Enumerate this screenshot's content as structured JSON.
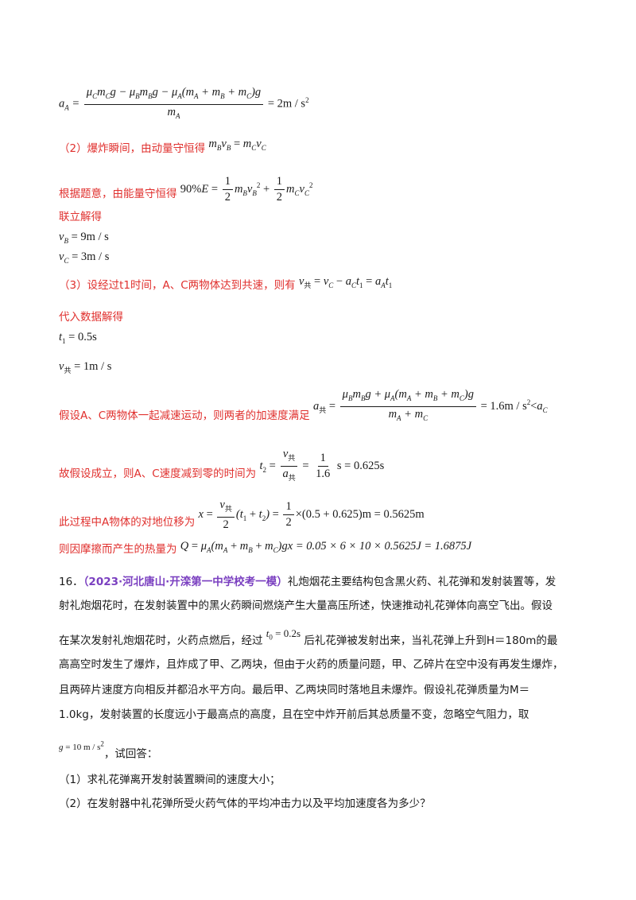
{
  "solution": {
    "part2_label": "（2）爆炸瞬间，由动量守恒得",
    "energy_label": "根据题意，由能量守恒得",
    "solve_label": "联立解得",
    "vB_value": "= 9m / s",
    "vC_value": "= 3m / s",
    "part3_label": "（3）设经过t1时间，A、C两物体达到共速，则有",
    "substitute_label": "代入数据解得",
    "t1_value": "= 0.5s",
    "vcommon_value": "= 1m / s",
    "assume_label": "假设A、C两物体一起减速运动，则两者的加速度满足",
    "holds_label": "故假设成立，则A、C速度减到零的时间为",
    "displacement_label": "此过程中A物体的对地位移为",
    "heat_label": "则因摩擦而产生的热量为",
    "aA_result": "= 2m / s",
    "a_common_result": "= 1.6m / s",
    "t2_result": "s = 0.625s",
    "x_result": "(0.5 + 0.625)m = 0.5625m",
    "Q_result": "gx = 0.05 × 6 × 10 × 0.5625J = 1.6875J"
  },
  "problem16": {
    "number": "16．",
    "source": "（2023·河北唐山·开滦第一中学校考一模）",
    "line1": "礼炮烟花主要结构包含黑火药、礼花弹和发射装置等，发",
    "line2": "射礼炮烟花时，在发射装置中的黑火药瞬间燃烧产生大量高压所述，快速推动礼花弹体向高空飞出。假设",
    "line3a": "在某次发射礼炮烟花时，火药点燃后，经过",
    "line3_t0": "= 0.2s",
    "line3b": "后礼花弹被发射出来，当礼花弹上升到H＝180m的最",
    "line4": "高高空时发生了爆炸，且炸成了甲、乙两块，但由于火药的质量问题，甲、乙碎片在空中没有再发生爆炸，",
    "line5": "且两碎片速度方向相反并都沿水平方向。最后甲、乙两块同时落地且未爆炸。假设礼花弹质量为M＝",
    "line6": "1.0kg，发射装置的长度远小于最高点的高度，且在空中炸开前后其总质量不变，忽略空气阻力，取",
    "g_value": "= 10 m / s",
    "line7b": "，试回答：",
    "q1": "（1）求礼花弹离开发射装置瞬间的速度大小；",
    "q2": "（2）在发射器中礼花弹所受火药气体的平均冲击力以及平均加速度各为多少？"
  }
}
